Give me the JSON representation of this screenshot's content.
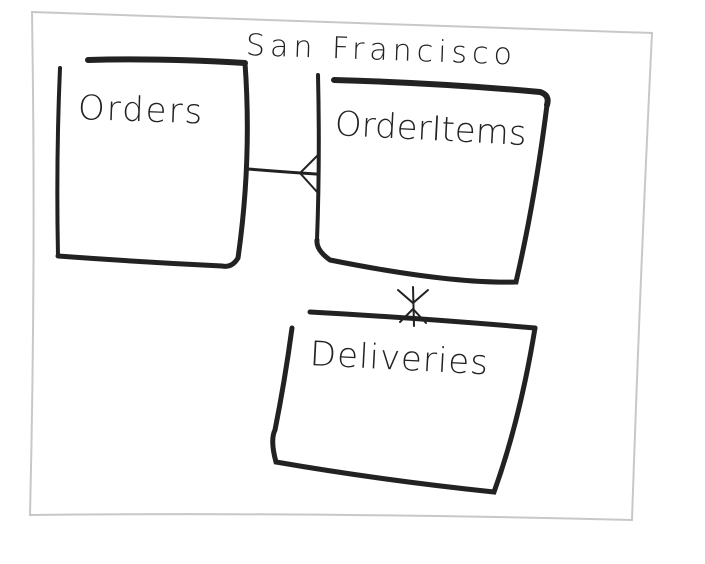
{
  "diagram": {
    "frame": {
      "label": "San Francisco"
    },
    "entities": [
      {
        "id": "orders",
        "label": "Orders"
      },
      {
        "id": "orderitems",
        "label": "OrderItems"
      },
      {
        "id": "deliveries",
        "label": "Deliveries"
      }
    ],
    "relationships": [
      {
        "from": "orders",
        "to": "orderitems",
        "from_cardinality": "one",
        "to_cardinality": "many"
      },
      {
        "from": "orderitems",
        "to": "deliveries",
        "from_cardinality": "many",
        "to_cardinality": "many"
      }
    ],
    "colors": {
      "ink": "#222222",
      "frame": "#c8c8c8"
    }
  }
}
